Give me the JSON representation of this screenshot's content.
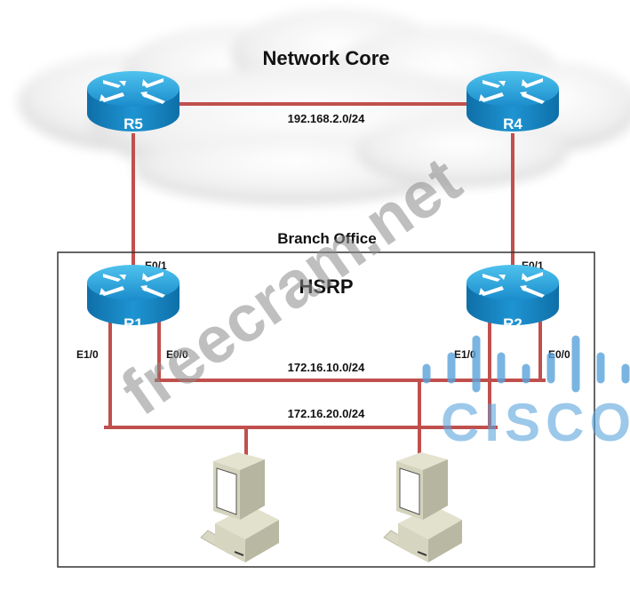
{
  "diagram": {
    "cloud_label": "Network Core",
    "core_network": "192.168.2.0/24",
    "branch_label": "Branch Office",
    "protocol_label": "HSRP",
    "lan_networks": [
      "172.16.10.0/24",
      "172.16.20.0/24"
    ],
    "routers": [
      {
        "id": "R5",
        "label": "R5"
      },
      {
        "id": "R4",
        "label": "R4"
      },
      {
        "id": "R1",
        "label": "R1"
      },
      {
        "id": "R2",
        "label": "R2"
      }
    ],
    "interfaces": {
      "r1_uplink": "E0/1",
      "r1_lan_a": "E0/0",
      "r1_lan_b": "E1/0",
      "r2_uplink": "E0/1",
      "r2_lan_a": "E0/0",
      "r2_lan_b": "E1/0"
    },
    "hosts": [
      {
        "id": "pc1",
        "icon": "workstation-icon"
      },
      {
        "id": "pc2",
        "icon": "workstation-icon"
      }
    ],
    "link_color": "#c0504d",
    "router_color": "#1a9bd7",
    "watermark": "freecram.net",
    "logo_text": "CISCO"
  }
}
